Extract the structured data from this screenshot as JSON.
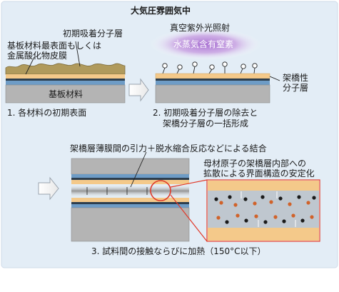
{
  "title": "大気圧雰囲気中",
  "panel1": {
    "label_adsorbed": "初期吸着分子層",
    "label_surface_line1": "基板材料最表面もしくは",
    "label_surface_line2": "金属酸化物皮膜",
    "label_substrate": "基板材料",
    "caption": "1. 各材料の初期表面"
  },
  "panel2": {
    "label_uv": "真空紫外光照射",
    "label_gas": "水蒸気含有窒素",
    "label_crosslink_line1": "架橋性",
    "label_crosslink_line2": "分子層",
    "caption_line1": "2. 初期吸着分子層の除去と",
    "caption_line2": "架橋分子層の一括形成"
  },
  "panel3": {
    "label_bonding": "架橋層薄膜間の引力＋脱水縮合反応などによる結合",
    "label_diffusion_line1": "母材原子の架橋層内部への",
    "label_diffusion_line2": "拡散による界面構造の安定化",
    "caption": "3. 試料間の接触ならびに加熱（150°C以下）"
  },
  "colors": {
    "background_frame": "#e3edf6",
    "substrate_gray": "#b4b4b4",
    "orange_layer": "#f4c98a",
    "dark_film": "#2d3e4e",
    "blue_film": "#6e9cc6",
    "adsorbed_brown": "#b09a5c",
    "gas_purple": "#9b5cc0",
    "magnifier_red": "#e03a2a"
  },
  "icons": [
    "right-arrow-icon",
    "magnifier-circle-icon",
    "molecule-pin-icon",
    "diffusing-atom-icon"
  ]
}
